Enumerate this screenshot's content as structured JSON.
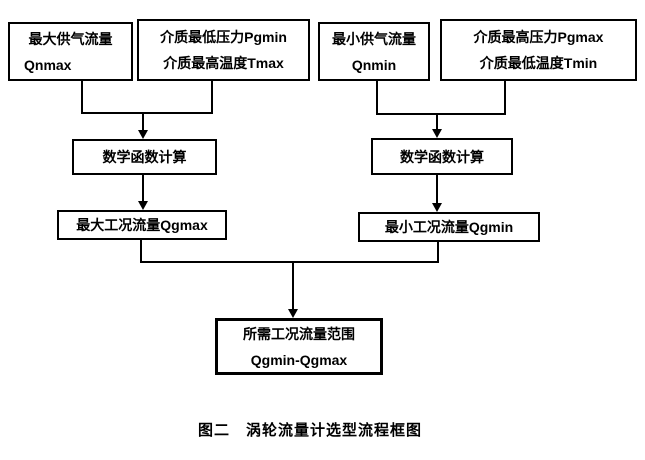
{
  "flowchart": {
    "boxes": {
      "qnmax": {
        "line1": "最大供气流量",
        "line2": "Qnmax"
      },
      "pgmin_tmax": {
        "line1": "介质最低压力Pgmin",
        "line2": "介质最高温度Tmax"
      },
      "qnmin": {
        "line1": "最小供气流量",
        "line2": "Qnmin"
      },
      "pgmax_tmin": {
        "line1": "介质最高压力Pgmax",
        "line2": "介质最低温度Tmin"
      },
      "calc_left": {
        "line1": "数学函数计算"
      },
      "calc_right": {
        "line1": "数学函数计算"
      },
      "qgmax": {
        "line1": "最大工况流量Qgmax"
      },
      "qgmin": {
        "line1": "最小工况流量Qgmin"
      },
      "result": {
        "line1": "所需工况流量范围",
        "line2": "Qgmin-Qgmax"
      }
    },
    "caption": "图二　涡轮流量计选型流程框图"
  },
  "colors": {
    "line": "#000000",
    "background": "#ffffff"
  }
}
